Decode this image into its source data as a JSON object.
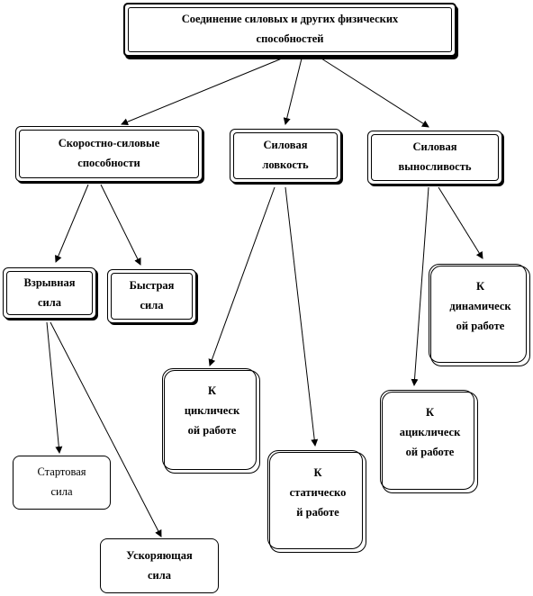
{
  "nodes": {
    "root": [
      "Соединение силовых и других физических",
      "способностей"
    ],
    "speed_strength": [
      "Скоростно-силовые",
      "способности"
    ],
    "strength_agility": [
      "Силовая",
      "ловкость"
    ],
    "strength_endurance": [
      "Силовая",
      "выносливость"
    ],
    "explosive": [
      "Взрывная",
      "сила"
    ],
    "fast": [
      "Быстрая",
      "сила"
    ],
    "cyclic": [
      "К",
      "циклическ",
      "ой работе"
    ],
    "static": [
      "К",
      "статическо",
      "й работе"
    ],
    "dynamic": [
      "К",
      "динамическ",
      "ой работе"
    ],
    "acyclic": [
      "К",
      "ациклическ",
      "ой работе"
    ],
    "starting": [
      "Стартовая",
      "сила"
    ],
    "accelerating": [
      "Ускоряющая",
      "сила"
    ]
  }
}
